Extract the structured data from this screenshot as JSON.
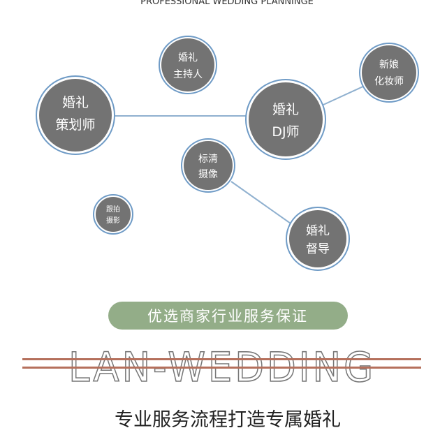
{
  "header": {
    "subtitle": "PROFESSIONAL WEDDING PLANNINGE"
  },
  "roles": [
    {
      "line1": "婚礼",
      "line2": "策划师"
    },
    {
      "line1": "婚礼",
      "line2": "主持人"
    },
    {
      "line1": "新娘",
      "line2": "化妆师"
    },
    {
      "line1": "婚礼",
      "line2": "DJ师"
    },
    {
      "line1": "标清",
      "line2": "摄像"
    },
    {
      "line1": "跟拍",
      "line2": "摄影"
    },
    {
      "line1": "婚礼",
      "line2": "督导"
    }
  ],
  "badge": {
    "label": "优选商家行业服务保证"
  },
  "brand": {
    "name": "LAN-WEDDING"
  },
  "tagline": "专业服务流程打造专属婚礼",
  "colors": {
    "circle": "#737373",
    "ring": "#6f9bc6",
    "badge": "#93ad88",
    "stripe": "#b5705c",
    "text": "#333333"
  }
}
